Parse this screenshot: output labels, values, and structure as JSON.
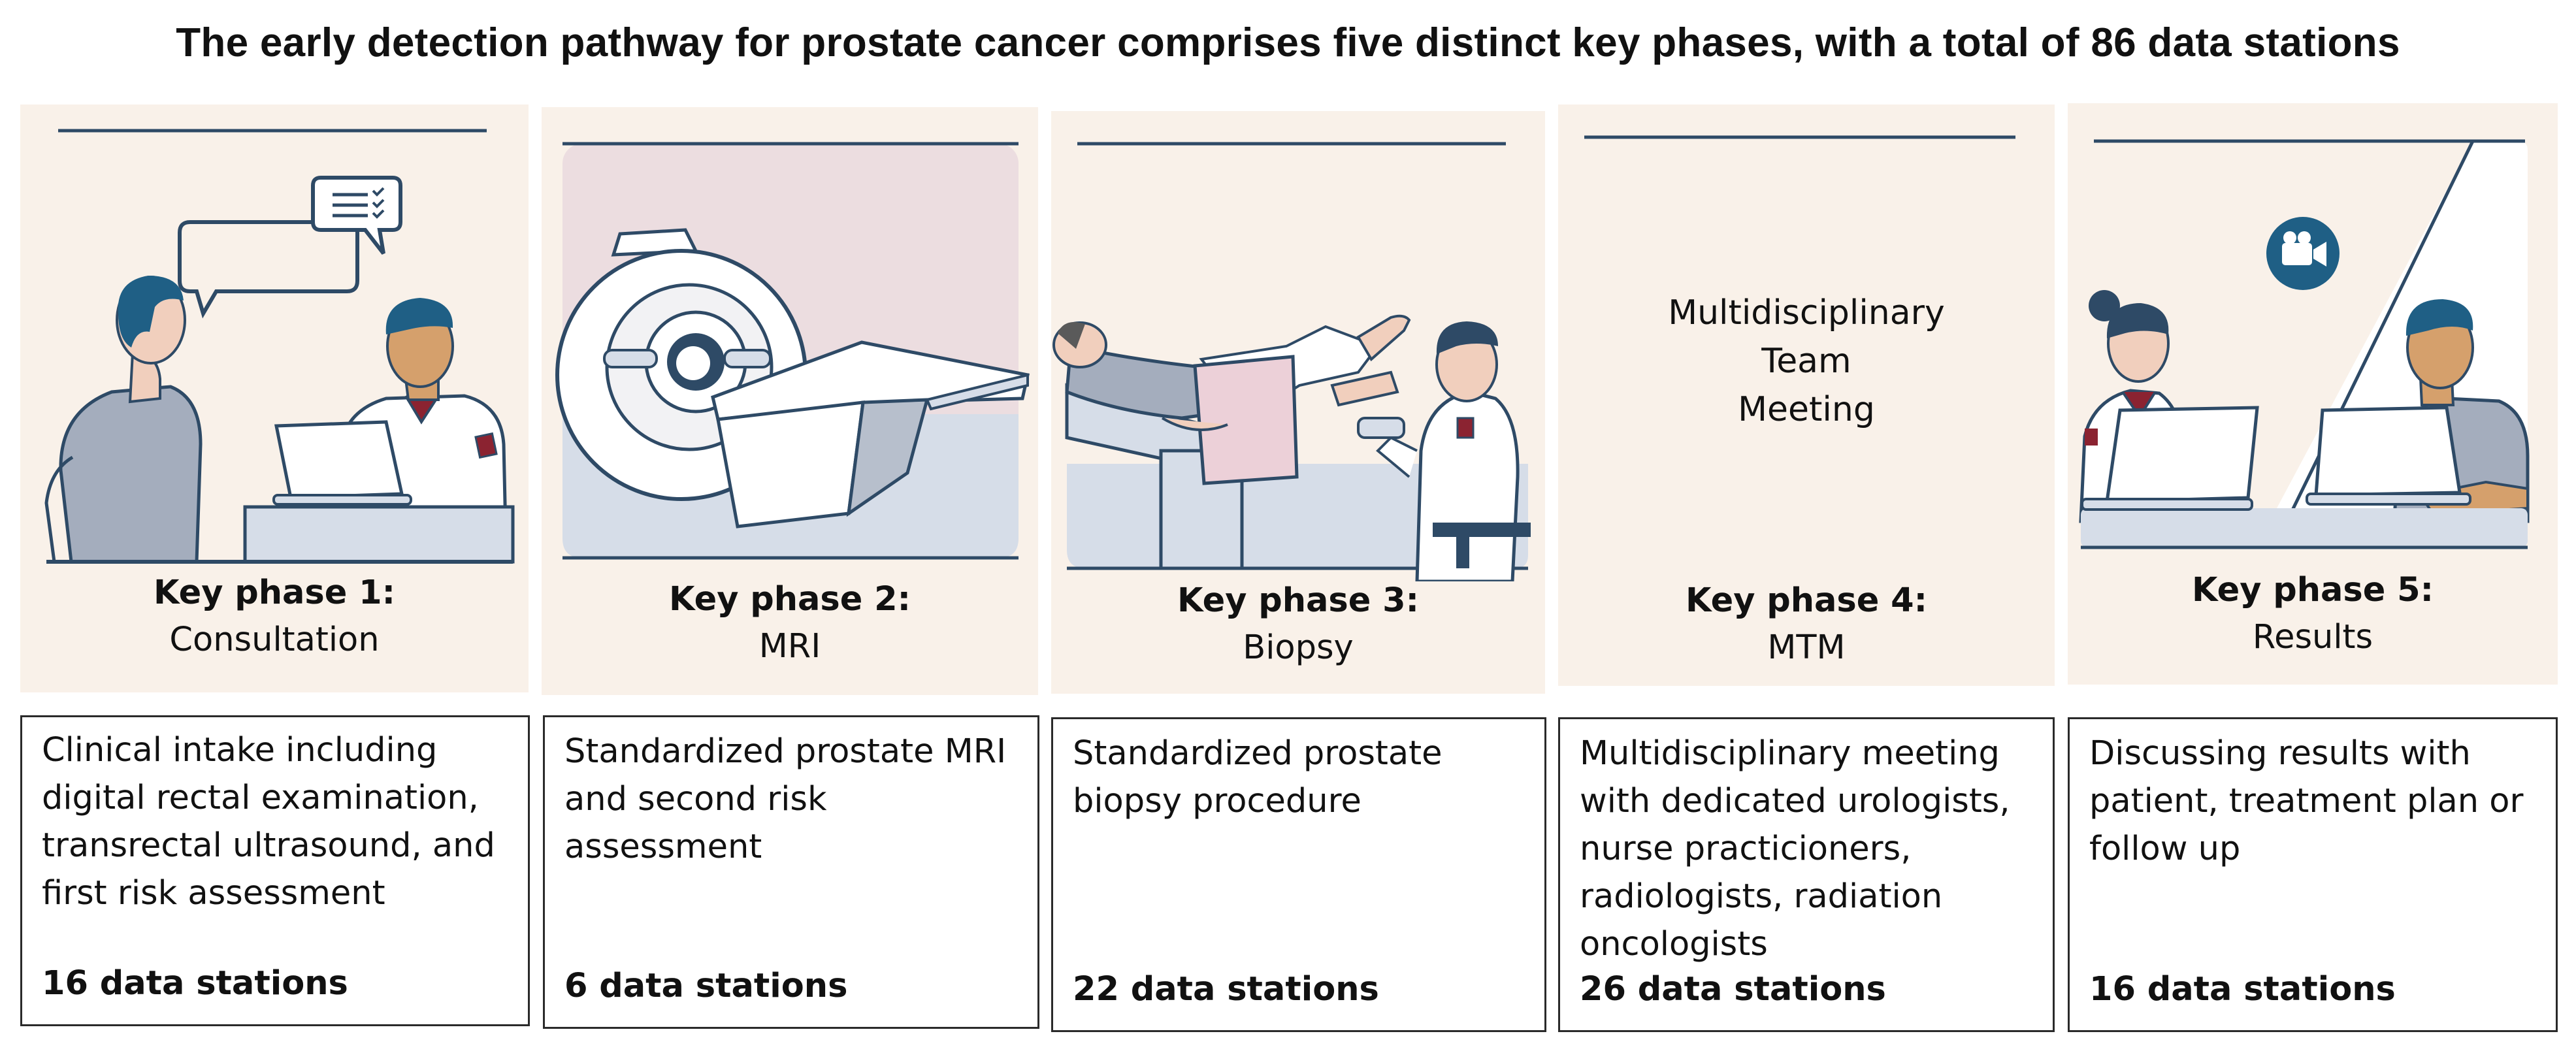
{
  "title": "The early detection pathway for prostate cancer comprises five distinct key phases, with a total of 86 data stations",
  "phases": [
    {
      "heading": "Key phase 1:",
      "name": "Consultation",
      "description": "Clinical intake including digital rectal examination, transrectal ultrasound, and first risk assessment",
      "stations": "16 data stations"
    },
    {
      "heading": "Key phase 2:",
      "name": "MRI",
      "description": "Standardized prostate MRI and second risk assessment",
      "stations": "6 data stations"
    },
    {
      "heading": "Key phase 3:",
      "name": "Biopsy",
      "description": "Standardized prostate biopsy procedure",
      "stations": "22 data stations"
    },
    {
      "heading": "Key phase 4:",
      "name": "MTM",
      "illustration_lines": [
        "Multidisciplinary",
        "Team",
        "Meeting"
      ],
      "description": "Multidisciplinary meeting with dedicated urologists, nurse practicioners, radiologists, radiation oncologists",
      "stations": "26 data stations"
    },
    {
      "heading": "Key phase 5:",
      "name": "Results",
      "description": "Discussing results with patient, treatment plan or follow up",
      "stations": "16 data stations"
    }
  ],
  "colors": {
    "panel_background": "#f9f1e9",
    "mri_room": "#ecdde0",
    "line_navy": "#2e4a66",
    "badge": "#1f5f85",
    "floor": "#d6dde8",
    "skin_tan": "#d5a06c",
    "skin_light": "#f1cfbd",
    "sheet_pink": "#ecd0d8"
  },
  "icons": [
    "speech-bubble-icon",
    "checklist-icon",
    "video-camera-icon"
  ]
}
